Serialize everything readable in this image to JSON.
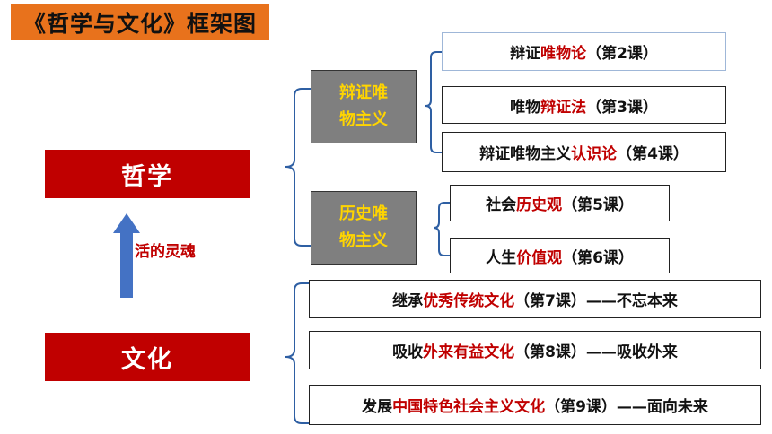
{
  "title": "《哲学与文化》框架图",
  "philosophy": {
    "label": "哲学",
    "branches": [
      {
        "label": "辩证唯物主义",
        "label_lines": [
          "辩证唯",
          "物主义"
        ],
        "items": [
          {
            "pre": "辩证",
            "hl": "唯物论",
            "post": "（第2课）"
          },
          {
            "pre": "唯物",
            "hl": "辩证法",
            "post": "（第3课）"
          },
          {
            "pre": "辩证唯物主义",
            "hl": "认识论",
            "post": "（第4课）"
          }
        ]
      },
      {
        "label": "历史唯物主义",
        "label_lines": [
          "历史唯",
          "物主义"
        ],
        "items": [
          {
            "pre": "社会",
            "hl": "历史观",
            "post": "（第5课）"
          },
          {
            "pre": "人生",
            "hl": "价值观",
            "post": "（第6课）"
          }
        ]
      }
    ]
  },
  "arrow_label": "活的灵魂",
  "culture": {
    "label": "文化",
    "items": [
      {
        "pre": "继承",
        "hl": "优秀传统文化",
        "post": "（第7课）——不忘本来"
      },
      {
        "pre": "吸收",
        "hl": "外来有益文化",
        "post": "（第8课）——吸收外来"
      },
      {
        "pre": "发展",
        "hl": "中国特色社会主义文化",
        "post": "（第9课）——面向未来"
      }
    ]
  },
  "colors": {
    "title_bg": "#e8721c",
    "main_box": "#c00000",
    "branch_box": "#7f7f7f",
    "branch_text": "#ffd500",
    "highlight": "#c00000",
    "bracket": "#2e5fa3",
    "arrow": "#4472c4"
  }
}
